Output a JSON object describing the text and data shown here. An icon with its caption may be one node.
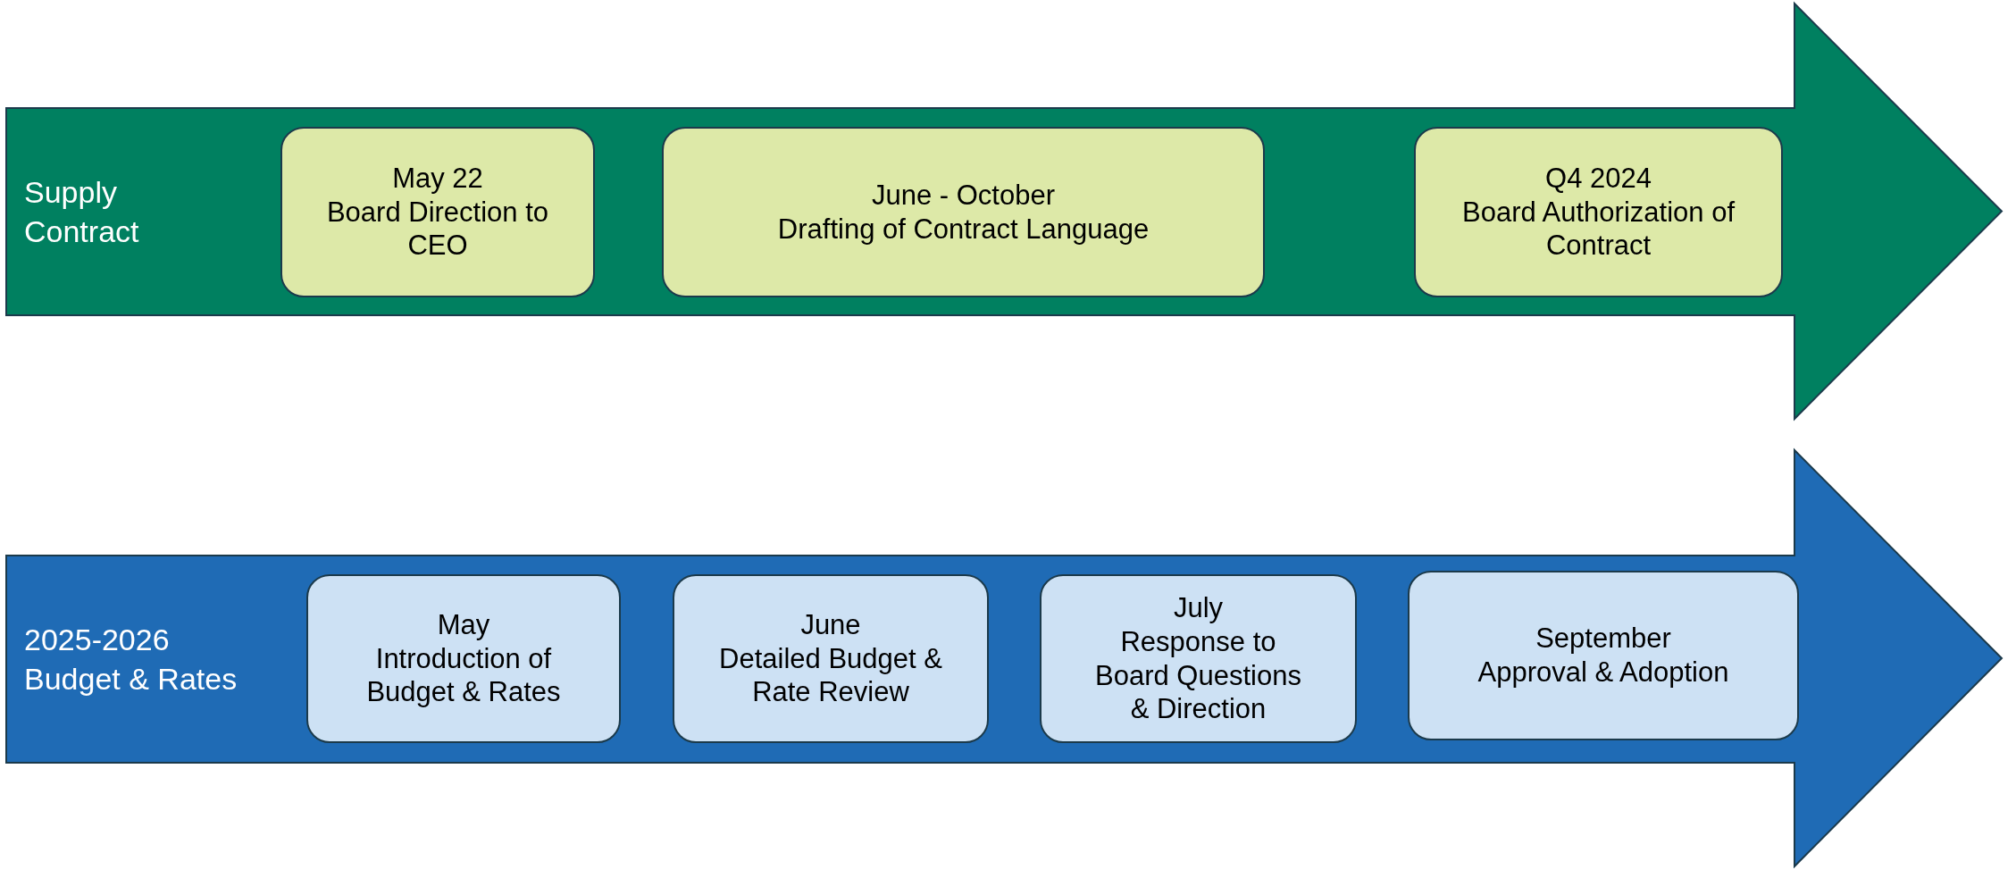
{
  "diagram": {
    "nodes": [
      {
        "text": [
          "Supply Contract"
        ]
      },
      {
        "text": [
          "May 22",
          "Board Direction to CEO"
        ],
        "in": 0
      },
      {
        "text": [
          "June - October",
          "Drafting of Contract Language"
        ],
        "in": 0
      },
      {
        "text": [
          "Q4 2024",
          "Board Authorization of Contract"
        ],
        "in": 0
      },
      {
        "text": [
          "2025-2026 Budget & Rates"
        ]
      },
      {
        "text": [
          "May",
          "Introduction of Budget & Rates"
        ],
        "in": 4
      },
      {
        "text": [
          "June",
          "Detailed Budget & Rate Review"
        ],
        "in": 4
      },
      {
        "text": [
          "July",
          "Response to Board Questions & Direction"
        ],
        "in": 4
      },
      {
        "text": [
          "September",
          "Approval & Adoption"
        ],
        "in": 4
      }
    ],
    "edges": []
  }
}
